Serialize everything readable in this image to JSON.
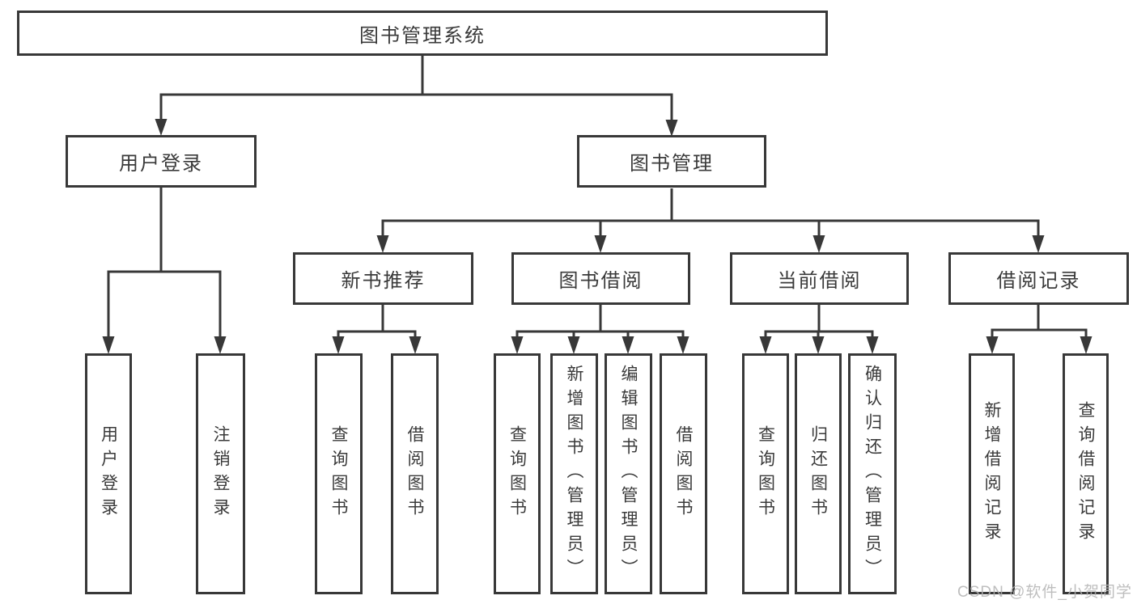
{
  "diagram": {
    "title": "图书管理系统",
    "tree": {
      "label": "图书管理系统",
      "children": [
        {
          "label": "用户登录",
          "children": [
            {
              "label": "用户登录"
            },
            {
              "label": "注销登录"
            }
          ]
        },
        {
          "label": "图书管理",
          "children": [
            {
              "label": "新书推荐",
              "children": [
                {
                  "label": "查询图书"
                },
                {
                  "label": "借阅图书"
                }
              ]
            },
            {
              "label": "图书借阅",
              "children": [
                {
                  "label": "查询图书"
                },
                {
                  "label": "新增图书（管理员）"
                },
                {
                  "label": "编辑图书（管理员）"
                },
                {
                  "label": "借阅图书"
                }
              ]
            },
            {
              "label": "当前借阅",
              "children": [
                {
                  "label": "查询图书"
                },
                {
                  "label": "归还图书"
                },
                {
                  "label": "确认归还（管理员）"
                }
              ]
            },
            {
              "label": "借阅记录",
              "children": [
                {
                  "label": "新增借阅记录"
                },
                {
                  "label": "查询借阅记录"
                }
              ]
            }
          ]
        }
      ]
    }
  },
  "watermark": {
    "text": "CSDN @软件_小贺同学"
  },
  "colors": {
    "line": "#383838",
    "text": "#3a3a3a",
    "background": "#ffffff",
    "watermark": "#b3b3b3"
  }
}
